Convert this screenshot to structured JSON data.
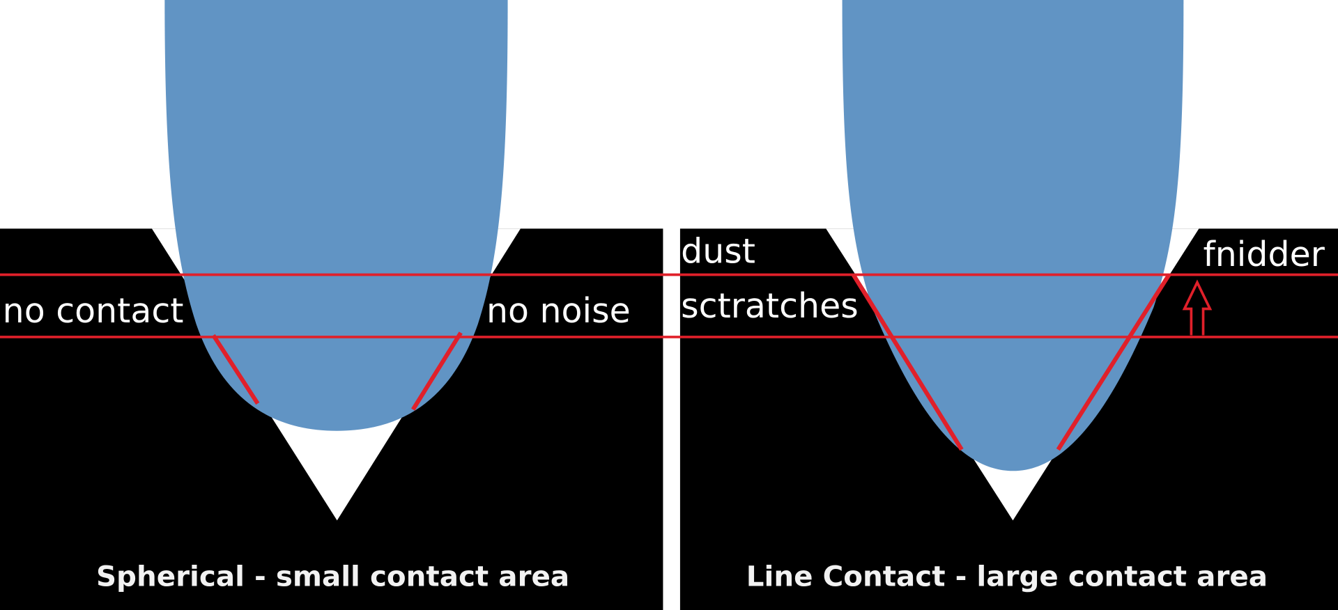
{
  "colors": {
    "background": "#ffffff",
    "record": "#000000",
    "stylus": "#6194c4",
    "annotation": "#e0202a"
  },
  "left_panel": {
    "caption": "Spherical - small contact area",
    "label_left": "no contact",
    "label_right": "no noise"
  },
  "right_panel": {
    "caption": "Line Contact - large contact area",
    "label_top_left": "dust",
    "label_mid_left": "sctratches",
    "label_top_right": "fnidder"
  }
}
